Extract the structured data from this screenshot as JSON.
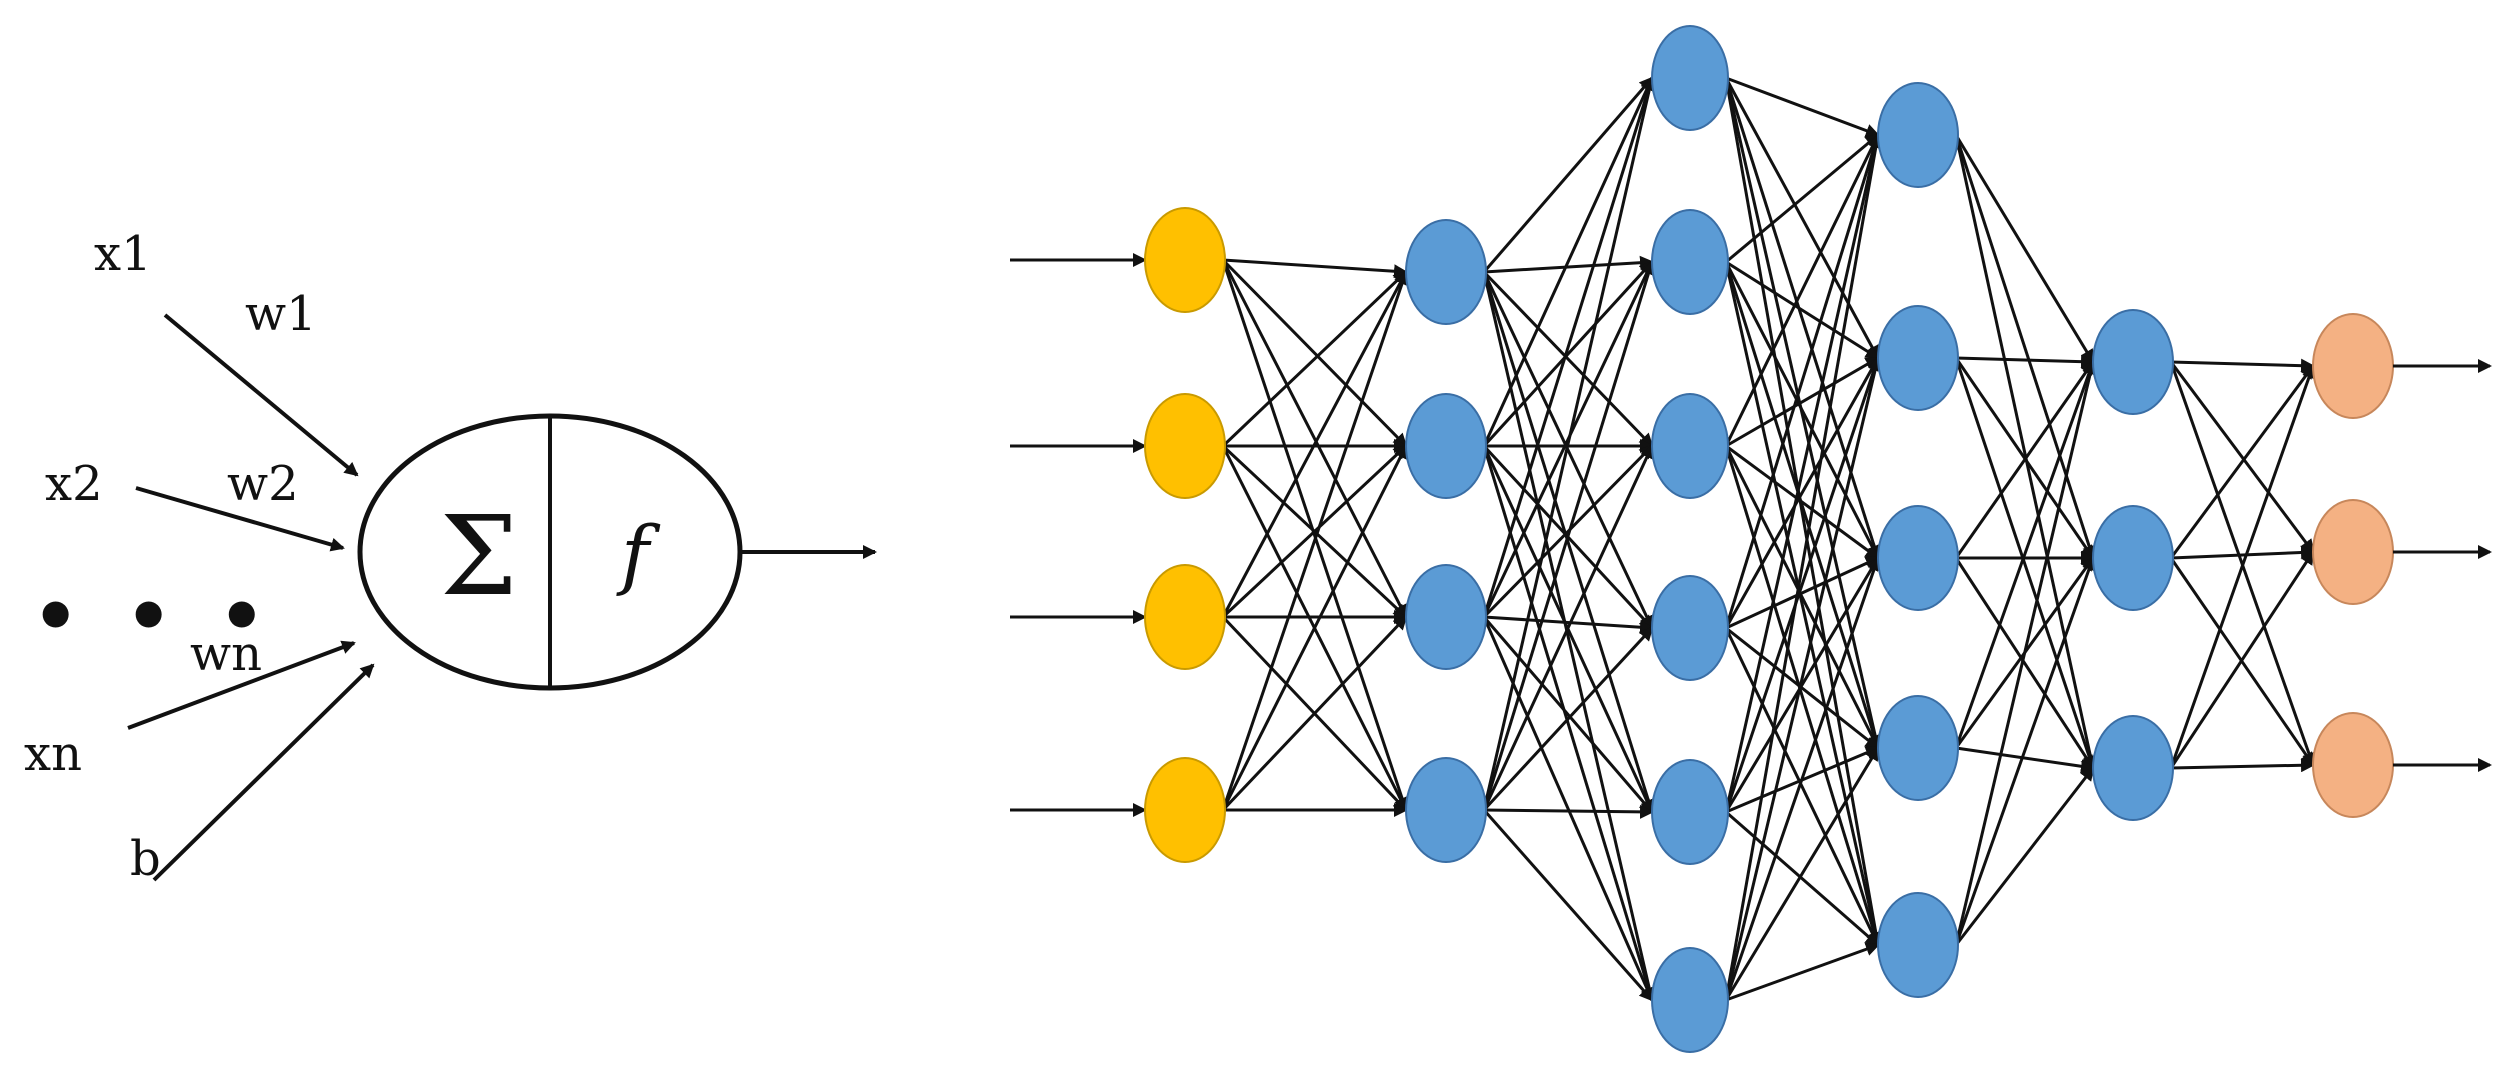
{
  "perceptron": {
    "labels": {
      "x1": "x1",
      "w1": "w1",
      "x2": "x2",
      "w2": "w2",
      "dots": "• • •",
      "wn": "wn",
      "xn": "xn",
      "b": "b",
      "sum": "Σ",
      "func": "f"
    }
  },
  "network": {
    "layers": [
      {
        "name": "input",
        "count": 4,
        "color": "#ffc000"
      },
      {
        "name": "hidden-1",
        "count": 4,
        "color": "#5b9bd5"
      },
      {
        "name": "hidden-2",
        "count": 6,
        "color": "#5b9bd5"
      },
      {
        "name": "hidden-3",
        "count": 5,
        "color": "#5b9bd5"
      },
      {
        "name": "hidden-4",
        "count": 3,
        "color": "#5b9bd5"
      },
      {
        "name": "output",
        "count": 3,
        "color": "#f4b183"
      }
    ],
    "connections": "fully-connected"
  },
  "colors": {
    "stroke": "#111111",
    "input_stroke": "#c99a00",
    "hidden_stroke": "#3a6ea5",
    "output_stroke": "#c7875b"
  }
}
